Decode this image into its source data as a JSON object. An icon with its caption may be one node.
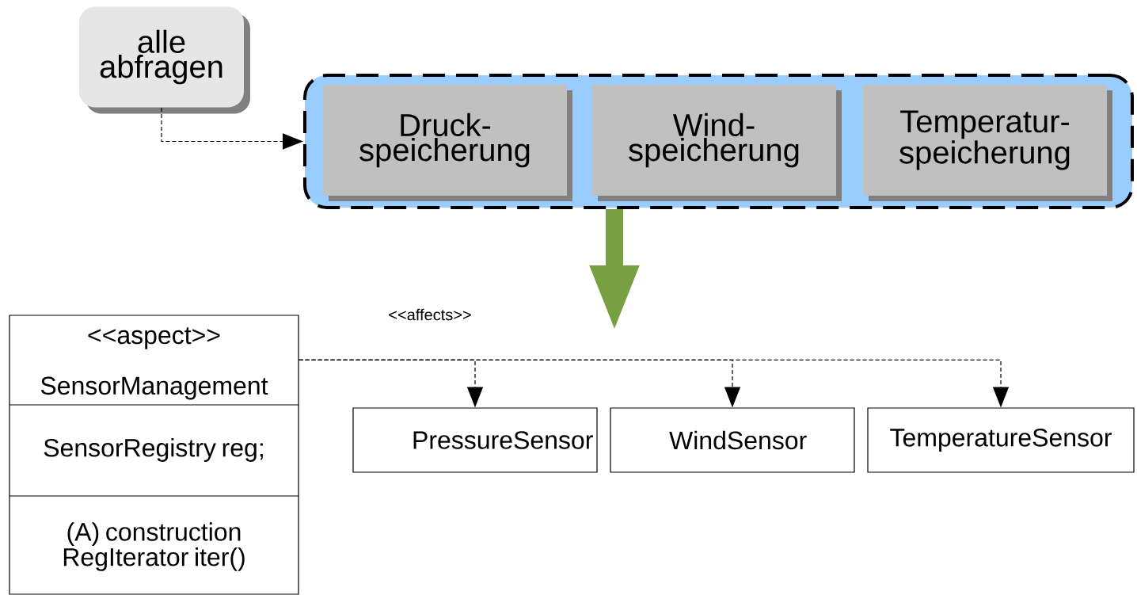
{
  "diagram": {
    "nodes": [
      {
        "text": [
          "alle abfragen"
        ]
      },
      {
        "text": [],
        "shape": "box"
      },
      {
        "text": [
          "Druck- speicherung"
        ],
        "in": 1
      },
      {
        "text": [
          "Wind- speicherung"
        ],
        "in": 1
      },
      {
        "text": [
          "Temperatur- speicherung"
        ],
        "in": 1
      },
      {
        "text": [
          "<<aspect>>",
          "SensorManagement",
          "SensorRegistry reg;",
          "(A) construction RegIterator iter()"
        ]
      },
      {
        "text": [
          "PressureSensor"
        ]
      },
      {
        "text": [
          "WindSensor"
        ]
      },
      {
        "text": [
          "TemperatureSensor"
        ]
      }
    ],
    "edges": [
      {
        "from": 0,
        "to": 1,
        "arrow": "to",
        "style": "dashed"
      },
      {
        "from": 1,
        "to": null,
        "arrow": "to",
        "style": "thick",
        "color": "#77a043"
      },
      {
        "from": 5,
        "to": 6,
        "arrow": "to",
        "style": "dashed",
        "label": "<<affects>>"
      },
      {
        "from": 5,
        "to": 7,
        "arrow": "to",
        "style": "dashed"
      },
      {
        "from": 5,
        "to": 8,
        "arrow": "to",
        "style": "dashed"
      }
    ]
  }
}
